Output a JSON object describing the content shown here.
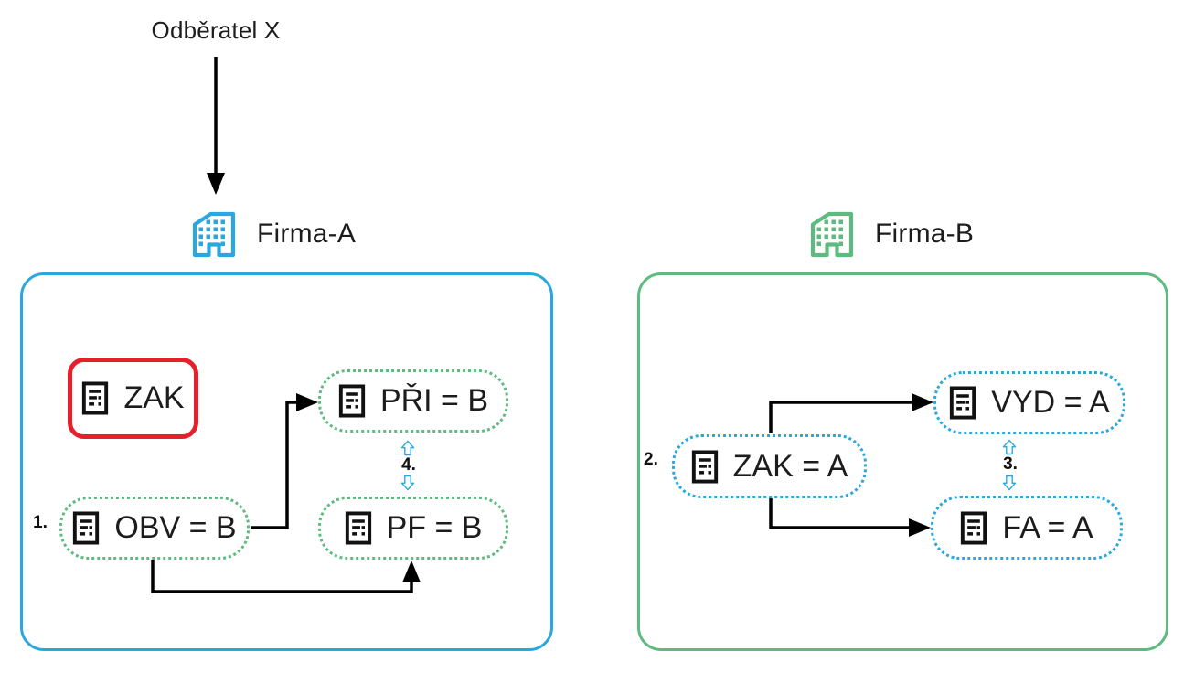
{
  "header": {
    "customer": "Odběratel X"
  },
  "firmaA": {
    "title": "Firma-A",
    "steps": {
      "obv": "1.",
      "between": "4."
    },
    "nodes": {
      "zak": {
        "label": "ZAK"
      },
      "pri": {
        "label": "PŘI = B"
      },
      "obv": {
        "label": "OBV = B"
      },
      "pf": {
        "label": "PF = B"
      }
    }
  },
  "firmaB": {
    "title": "Firma-B",
    "steps": {
      "zak": "2.",
      "between": "3."
    },
    "nodes": {
      "zak": {
        "label": "ZAK = A"
      },
      "vyd": {
        "label": "VYD = A"
      },
      "fa": {
        "label": "FA = A"
      }
    }
  },
  "colors": {
    "blue": "#29A8E0",
    "green": "#5EBB80",
    "red": "#E5202A",
    "line": "#000000"
  }
}
